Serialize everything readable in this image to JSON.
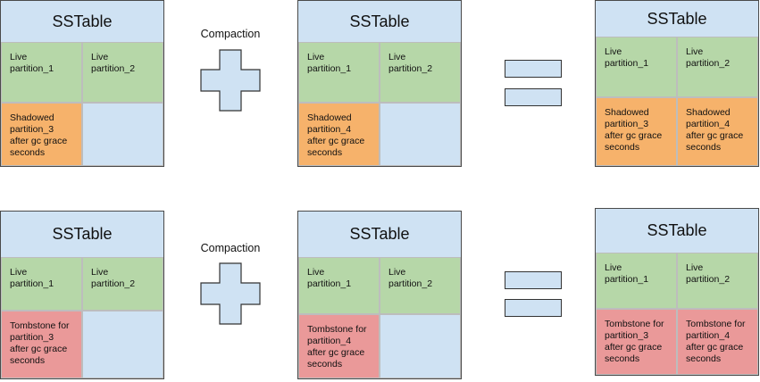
{
  "operator_label": "Compaction",
  "tables": [
    {
      "title": "SSTable",
      "cells": [
        {
          "text": "Live\npartition_1"
        },
        {
          "text": "Live\npartition_2"
        },
        {
          "text": "Shadowed\npartition_3\nafter gc grace\nseconds"
        },
        {
          "text": ""
        }
      ]
    },
    {
      "title": "SSTable",
      "cells": [
        {
          "text": "Live partition_1"
        },
        {
          "text": "Live partition_2"
        },
        {
          "text": "Shadowed\npartition_4\nafter gc grace\nseconds"
        },
        {
          "text": ""
        }
      ]
    },
    {
      "title": "SSTable",
      "cells": [
        {
          "text": "Live\npartition_1"
        },
        {
          "text": "Live\npartition_2"
        },
        {
          "text": "Shadowed\npartition_3\nafter gc grace\nseconds"
        },
        {
          "text": "Shadowed\npartition_4\nafter gc grace\nseconds"
        }
      ]
    },
    {
      "title": "SSTable",
      "cells": [
        {
          "text": "Live\npartition_1"
        },
        {
          "text": "Live\npartition_2"
        },
        {
          "text": "Tombstone for\npartition_3\nafter gc grace\nseconds"
        },
        {
          "text": ""
        }
      ]
    },
    {
      "title": "SSTable",
      "cells": [
        {
          "text": "Live\npartition_1"
        },
        {
          "text": "Live\npartition_2"
        },
        {
          "text": "Tombstone for\npartition_4\nafter gc grace\nseconds"
        },
        {
          "text": ""
        }
      ]
    },
    {
      "title": "SSTable",
      "cells": [
        {
          "text": "Live\npartition_1"
        },
        {
          "text": "Live\npartition_2"
        },
        {
          "text": "Tombstone for\npartition_3\nafter gc grace\nseconds"
        },
        {
          "text": "Tombstone for\npartition_4\nafter gc grace\nseconds"
        }
      ]
    }
  ]
}
